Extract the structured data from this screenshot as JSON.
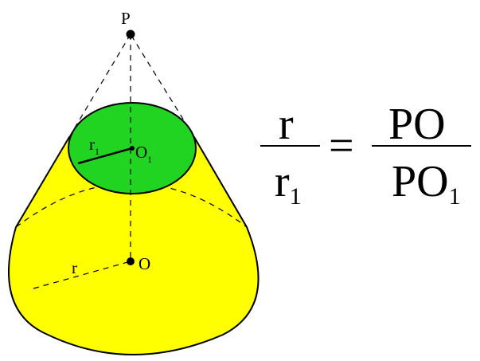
{
  "colors": {
    "frustum_fill": "#ffff00",
    "top_disk_fill": "#22d422",
    "outline": "#000000",
    "background": "#ffffff"
  },
  "points": {
    "apex": "P",
    "base_center": "O",
    "top_center": "O",
    "top_center_sub": "1"
  },
  "radii": {
    "base": "r",
    "top": "r",
    "top_sub": "1"
  },
  "equation": {
    "left_num": "r",
    "left_den": "r",
    "left_den_sub": "1",
    "equals": "=",
    "right_num": "PO",
    "right_den": "PO",
    "right_den_sub": "1"
  }
}
